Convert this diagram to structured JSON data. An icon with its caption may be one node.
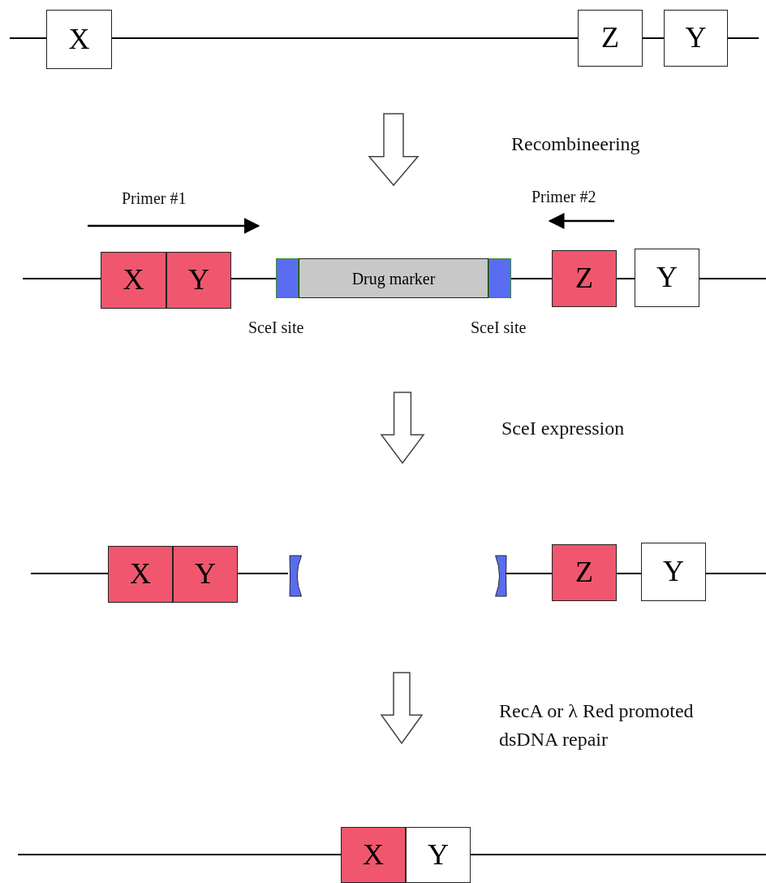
{
  "diagram": {
    "nodes": [
      {
        "text": [
          "X"
        ]
      },
      {
        "text": [
          "Z"
        ]
      },
      {
        "text": [
          "Y"
        ]
      },
      {
        "text": [
          "X"
        ]
      },
      {
        "text": [
          "Y"
        ]
      },
      {
        "text": [],
        "shape": "box",
        "beside": [
          "SceI site"
        ]
      },
      {
        "text": [
          "Drug marker"
        ]
      },
      {
        "text": [],
        "shape": "box",
        "beside": [
          "SceI site"
        ]
      },
      {
        "text": [
          "Z"
        ]
      },
      {
        "text": [
          "Y"
        ]
      },
      {
        "text": [
          "X"
        ]
      },
      {
        "text": [
          "Y"
        ]
      },
      {
        "text": [],
        "shape": "arc"
      },
      {
        "text": [],
        "shape": "arc"
      },
      {
        "text": [
          "Z"
        ]
      },
      {
        "text": [
          "Y"
        ]
      },
      {
        "text": [
          "X"
        ]
      },
      {
        "text": [
          "Y"
        ]
      }
    ],
    "labels": [
      "Recombineering",
      "Primer #1",
      "Primer #2",
      "SceI expression",
      "RecA or λ Red promoted dsDNA repair"
    ]
  }
}
